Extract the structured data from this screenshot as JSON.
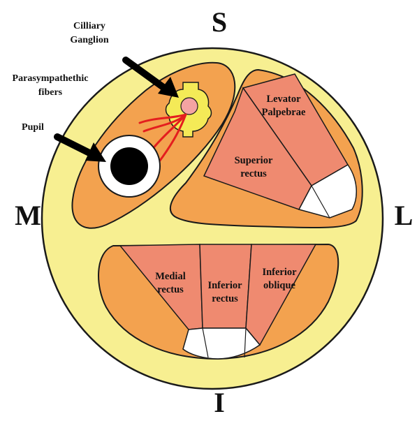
{
  "directions": {
    "superior": "S",
    "inferior": "I",
    "medial": "M",
    "lateral": "L"
  },
  "labels": {
    "ciliary_ganglion": [
      "Cilliary",
      "Ganglion"
    ],
    "parasympathetic": [
      "Parasympathethic",
      "fibers"
    ],
    "pupil": "Pupil",
    "levator": [
      "Levator",
      "Palpebrae"
    ],
    "superior_rectus": [
      "Superior",
      "rectus"
    ],
    "medial_rectus": [
      "Medial",
      "rectus"
    ],
    "inferior_rectus": [
      "Inferior",
      "rectus"
    ],
    "inferior_oblique": [
      "Inferior",
      "oblique"
    ]
  },
  "colors": {
    "background_disc": "#f7ef91",
    "compartment": "#f3a24f",
    "muscle": "#ef8a70",
    "tendon": "#ffffff",
    "ganglion": "#f4ea57",
    "ganglion_core": "#f4a3a3",
    "fiber": "#e41e1e",
    "pupil": "#000000",
    "outline": "#1a1a1a"
  }
}
